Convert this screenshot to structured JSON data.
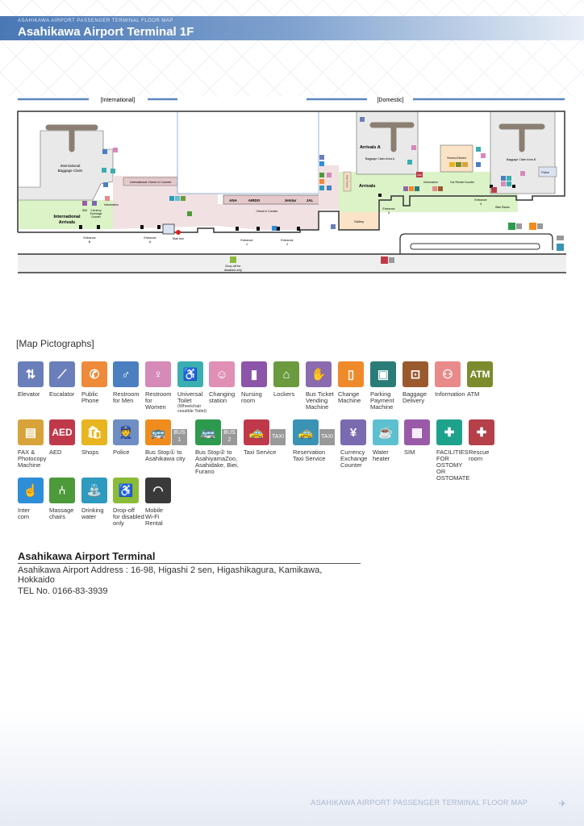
{
  "header": {
    "subtitle": "ASAHIKAWA AIRPORT PASSENGER TERMINAL FLOOR MAP",
    "title": "Asahikawa Airport Terminal  1F"
  },
  "map": {
    "section_international": "[International]",
    "section_domestic": "[Domestic]",
    "intl_baggage_claim": "International\nBaggage Claim",
    "intl_baggage_claim_l1": "International",
    "intl_baggage_claim_l2": "Baggage Claim",
    "intl_checkin": "International Check in Counter",
    "intl_arrivals_l1": "International",
    "intl_arrivals_l2": "Arrivals",
    "sim": "SIM",
    "currency_l1": "Currency",
    "currency_l2": "Exchange",
    "currency_l3": "Counter",
    "information": "Information",
    "airlines": [
      "ANA",
      "AIRDO",
      "Jetstar",
      "JAL"
    ],
    "checkin_counter": "Check in Counter",
    "mail_box": "Mail box",
    "entrances": {
      "b": "Entrance",
      "b2": "B",
      "a": "Entrance",
      "a2": "A",
      "e1": "Entrance",
      "e1n": "1",
      "e2": "Entrance",
      "e2n": "2",
      "e3": "Entrance",
      "e3n": "3",
      "e4": "Entrance",
      "e4n": "4"
    },
    "dropoff_l1": "Drop-off for",
    "dropoff_l2": "disabled only",
    "arrivals_a": "Arrivals A",
    "baggage_a": "Baggage Claim Area A",
    "seven_eleven": "Seven-Eleven",
    "baggage_b": "Baggage Claim Area B",
    "police": "Police",
    "arrivals": "Arrivals",
    "gallery": "Gallery",
    "information_dom": "Information",
    "car_rental": "Car Rental Counter",
    "bike_racks": "Bike Racks",
    "aed": "AED",
    "atm": "ATM",
    "kids": "Kids Corner",
    "taxi": "TAXI",
    "bus1": "BUS 1",
    "bus2": "BUS 2"
  },
  "pictographs": {
    "title": "[Map Pictographs]",
    "items": [
      {
        "label": "Elevator",
        "icon": "elevator-icon",
        "glyph": "⇅",
        "color": "#6a7fba"
      },
      {
        "label": "Escalator",
        "icon": "escalator-icon",
        "glyph": "⟋",
        "color": "#6a7fba"
      },
      {
        "label": "Public\nPhone",
        "icon": "phone-icon",
        "glyph": "✆",
        "color": "#ef8a3a"
      },
      {
        "label": "Restroom\nfor Men",
        "icon": "men-restroom-icon",
        "glyph": "♂",
        "color": "#4b7fc0"
      },
      {
        "label": "Restroom\nfor\nWomen",
        "icon": "women-restroom-icon",
        "glyph": "♀",
        "color": "#d58ab8"
      },
      {
        "label": "Universal\nToilet",
        "sub": "(Wheelchair\ncessible Toilet)",
        "icon": "universal-toilet-icon",
        "glyph": "♿",
        "color": "#3aaeb0"
      },
      {
        "label": "Changing\nstation",
        "icon": "changing-station-icon",
        "glyph": "☺",
        "color": "#e08fb5"
      },
      {
        "label": "Nursing\nroom",
        "icon": "nursing-room-icon",
        "glyph": "▮",
        "color": "#8c55a8"
      },
      {
        "label": "Lockers",
        "icon": "locker-icon",
        "glyph": "⌂",
        "color": "#6c9a3e"
      },
      {
        "label": "Bus Ticket\nVending\nMachine",
        "icon": "ticket-machine-icon",
        "glyph": "✋",
        "color": "#8b6bb0"
      },
      {
        "label": "Change\nMachine",
        "icon": "change-machine-icon",
        "glyph": "▯",
        "color": "#ef8a2a"
      },
      {
        "label": "Parking\nPayment\nMachine",
        "icon": "parking-payment-icon",
        "glyph": "▣",
        "color": "#2a7c78"
      },
      {
        "label": "Baggage\nDelivery",
        "icon": "baggage-delivery-icon",
        "glyph": "⊡",
        "color": "#9a5a2e"
      },
      {
        "label": "Information",
        "icon": "information-icon",
        "glyph": "⚇",
        "color": "#e88a8a"
      },
      {
        "label": "ATM",
        "icon": "atm-icon",
        "glyph": "ATM",
        "color": "#7c8b2e"
      },
      {
        "label": "FAX &\nPhotocopy\nMachine",
        "icon": "fax-icon",
        "glyph": "▤",
        "color": "#d8a33a"
      },
      {
        "label": "AED",
        "icon": "aed-icon",
        "glyph": "AED",
        "color": "#c0394a"
      },
      {
        "label": "Shops",
        "icon": "shops-icon",
        "glyph": "🛍",
        "color": "#e8b520"
      },
      {
        "label": "Police",
        "icon": "police-icon",
        "glyph": "👮",
        "color": "#6f8ec4"
      },
      {
        "label": "Bus Stop① to\nAsahikawa city",
        "icon": "bus-icon",
        "glyph": "🚌",
        "color": "#f08c1e",
        "badge": "BUS\n1"
      },
      {
        "label": "Bus Stop② to\nAsahiyamaZoo,\nAsahidake, Biei,\nFurano",
        "icon": "bus-icon",
        "glyph": "🚌",
        "color": "#2e9a4e",
        "badge": "BUS\n2"
      },
      {
        "label": "Taxi Service",
        "icon": "taxi-icon",
        "glyph": "🚕",
        "color": "#c0394a",
        "badge": "TAXI"
      },
      {
        "label": "Reservation\nTaxi Service",
        "icon": "reservation-taxi-icon",
        "glyph": "🚕",
        "color": "#3a93b5",
        "badge": "TAXI"
      },
      {
        "label": "Currency\nExchange\nCounter",
        "icon": "currency-exchange-icon",
        "glyph": "¥",
        "color": "#7a6ab0"
      },
      {
        "label": "Water\nheater",
        "icon": "water-heater-icon",
        "glyph": "☕",
        "color": "#5cc0d0"
      },
      {
        "label": "SIM",
        "icon": "sim-icon",
        "glyph": "▦",
        "color": "#9a5aa8"
      },
      {
        "label": "FACILITIES\nFOR\nOSTOMY\nOR\nOSTOMATE",
        "icon": "ostomate-icon",
        "glyph": "✚",
        "color": "#1fa28c"
      },
      {
        "label": "Rescue\nroom",
        "icon": "rescue-icon",
        "glyph": "✚",
        "color": "#b5404a"
      },
      {
        "label": "Inter\ncom",
        "icon": "intercom-icon",
        "glyph": "☝",
        "color": "#2f8ed8"
      },
      {
        "label": "Massage\nchairs",
        "icon": "massage-chair-icon",
        "glyph": "⑃",
        "color": "#4c9a3a"
      },
      {
        "label": "Drinking\nwater",
        "icon": "drinking-water-icon",
        "glyph": "⛲",
        "color": "#2e9ac0"
      },
      {
        "label": "Drop-off\nfor disabled\nonly",
        "icon": "wheelchair-icon",
        "glyph": "♿",
        "color": "#8cbb3a"
      },
      {
        "label": "Mobile\nWi-Fi\nRental",
        "icon": "wifi-rental-icon",
        "glyph": "◠",
        "color": "#3a3a3a"
      }
    ]
  },
  "footer": {
    "name": "Asahikawa Airport Terminal",
    "address": "Asahikawa Airport Address : 16-98, Higashi 2 sen, Higashikagura, Kamikawa, Hokkaido",
    "tel": "TEL No. 0166-83-3939",
    "bottom_label": "ASAHIKAWA AIRPORT PASSENGER TERMINAL FLOOR MAP"
  }
}
